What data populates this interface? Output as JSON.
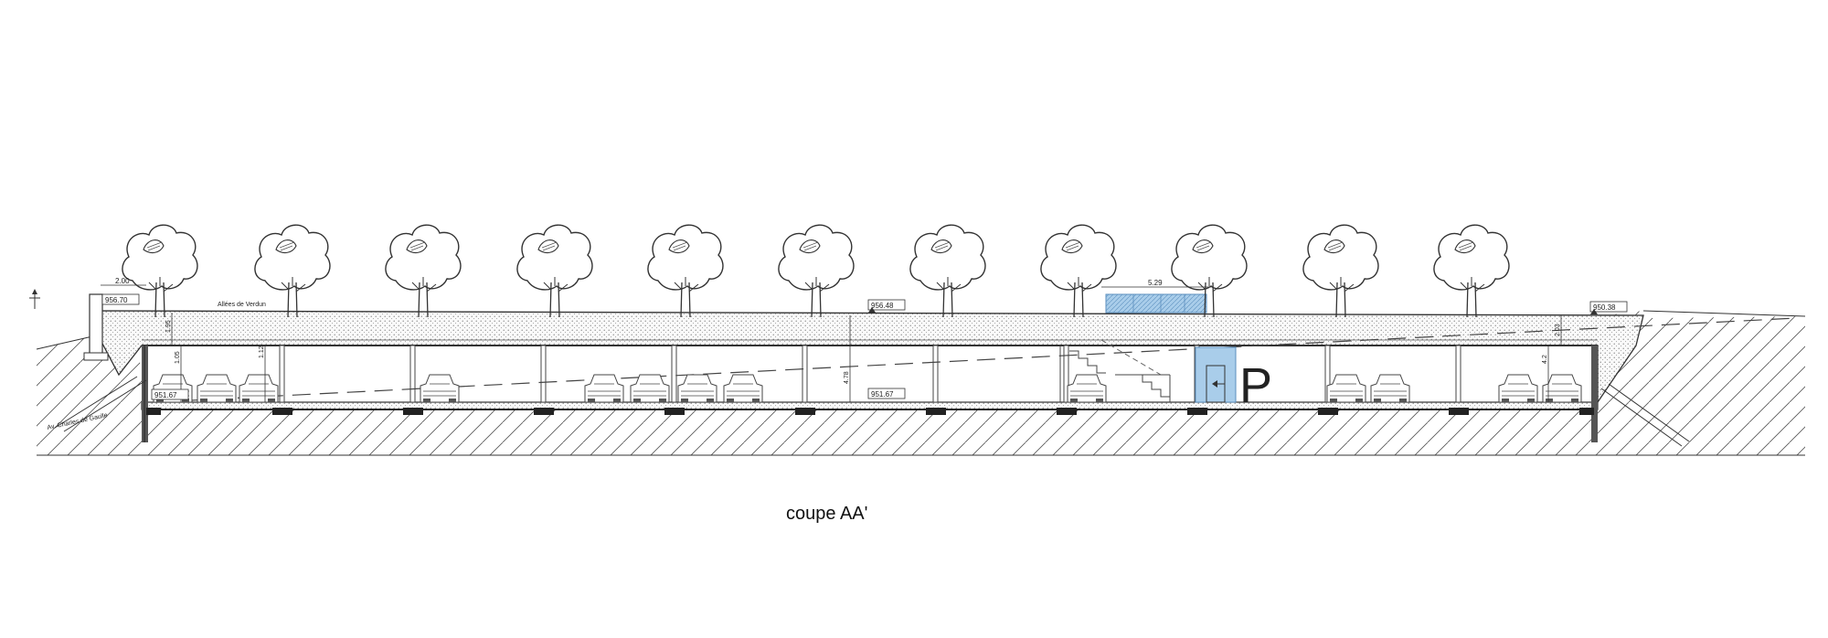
{
  "caption": "coupe AA'",
  "labels": {
    "street_top": "Allées de Verdun",
    "street_left": "Av. Charles de Gaulle",
    "parking_sign": "P"
  },
  "levels": {
    "left_top": "956.70",
    "middle_top": "956.48",
    "right_top": "950.38",
    "floor_middle": "951.67",
    "floor_left": "951.67"
  },
  "dimensions": {
    "left_offset": "2.00",
    "stair_width": "5.29",
    "height_center": "4.78",
    "height_left": "1.05",
    "height_left2": "1.12",
    "height_right": "4.2",
    "slab_mid": "1.95",
    "slab_right": "2.03"
  },
  "colors": {
    "line": "#333333",
    "accent_blue": "#a9cdea",
    "fill_hatch": "#dcdcdc"
  }
}
